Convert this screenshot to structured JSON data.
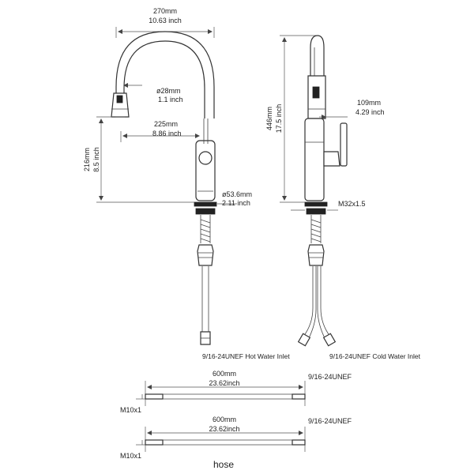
{
  "front_view": {
    "width_mm": "270mm",
    "width_inch": "10.63 inch",
    "spout_dia_mm": "ø28mm",
    "spout_dia_inch": "1.1 inch",
    "reach_mm": "225mm",
    "reach_inch": "8.86 inch",
    "height_mm": "216mm",
    "height_inch": "8.5 inch",
    "base_dia_mm": "ø53.6mm",
    "base_dia_inch": "2.11 inch",
    "hot_inlet_label": "9/16-24UNEF Hot Water Inlet"
  },
  "side_view": {
    "height_mm": "446mm",
    "height_inch": "17.5 inch",
    "handle_mm": "109mm",
    "handle_inch": "4.29 inch",
    "thread_label": "M32x1.5",
    "cold_inlet_label": "9/16-24UNEF Cold Water Inlet"
  },
  "hoses": [
    {
      "length_mm": "600mm",
      "length_inch": "23.62inch",
      "thread_right": "9/16-24UNEF",
      "thread_left": "M10x1"
    },
    {
      "length_mm": "600mm",
      "length_inch": "23.62inch",
      "thread_right": "9/16-24UNEF",
      "thread_left": "M10x1"
    }
  ],
  "hose_caption": "hose"
}
